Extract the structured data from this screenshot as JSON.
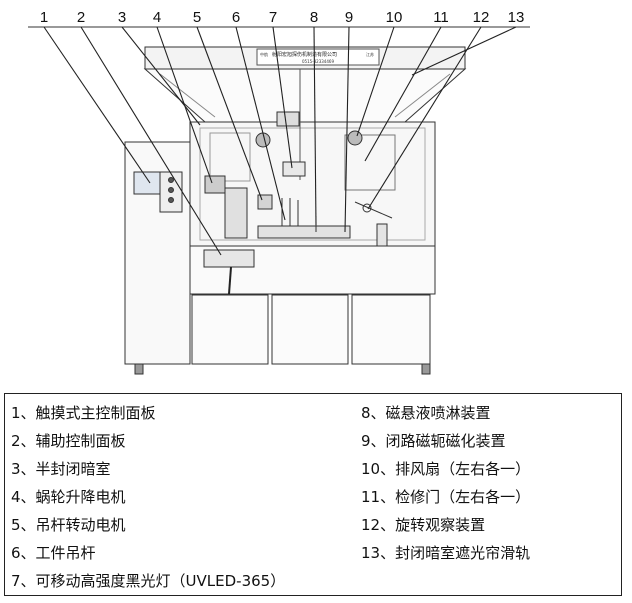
{
  "callouts": [
    "1",
    "2",
    "3",
    "4",
    "5",
    "6",
    "7",
    "8",
    "9",
    "10",
    "11",
    "12",
    "13"
  ],
  "plate": {
    "prefix": "中航",
    "company": "射阳宏旭探伤机制造有限公司",
    "location": "江苏",
    "phone": "0515-82334469"
  },
  "legend": {
    "left": [
      "1、触摸式主控制面板",
      "2、辅助控制面板",
      "3、半封闭暗室",
      "4、蜗轮升降电机",
      "5、吊杆转动电机",
      "6、工件吊杆",
      "7、可移动高强度黑光灯（UVLED-365）"
    ],
    "right": [
      "8、磁悬液喷淋装置",
      "9、闭路磁轭磁化装置",
      "10、排风扇（左右各一）",
      "11、检修门（左右各一）",
      "12、旋转观察装置",
      "13、封闭暗室遮光帘滑轨"
    ]
  }
}
